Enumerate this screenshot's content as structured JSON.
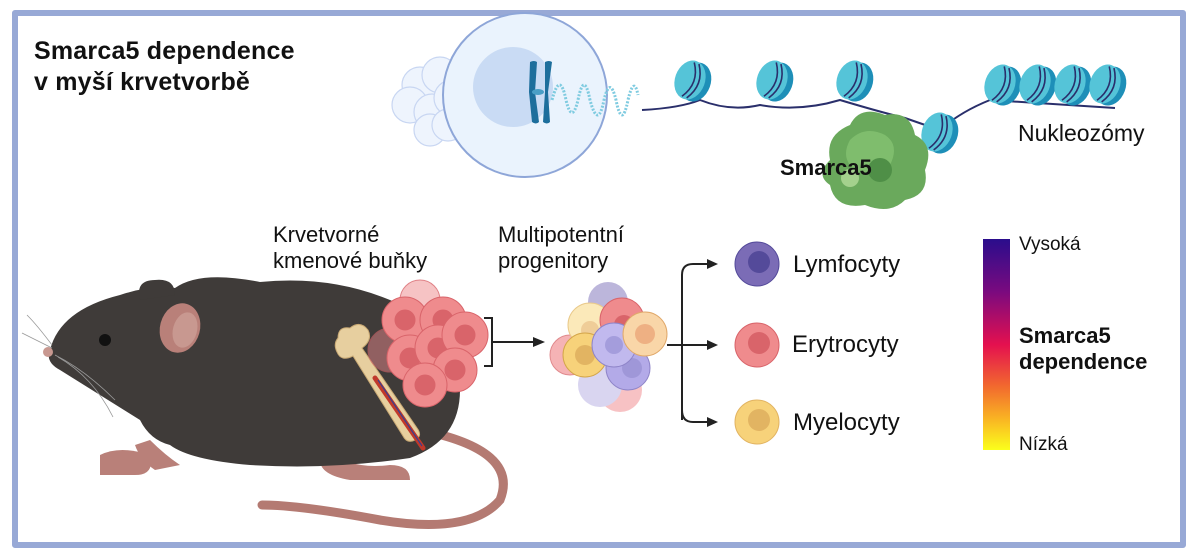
{
  "title": {
    "line1": "Smarca5 dependence",
    "line2": "v myší krvetvorbě"
  },
  "labels": {
    "smarca5": "Smarca5",
    "nucleosomes": "Nukleozómy",
    "hsc_line1": "Krvetvorné",
    "hsc_line2": "kmenové buňky",
    "mpp_line1": "Multipotentní",
    "mpp_line2": "progenitory"
  },
  "outputs": [
    {
      "label": "Lymfocyty",
      "color": "#7b6cb6",
      "nucleus": "#544a9a"
    },
    {
      "label": "Erytrocyty",
      "color": "#ef8b8d",
      "nucleus": "#d9646a"
    },
    {
      "label": "Myelocyty",
      "color": "#f7d27a",
      "nucleus": "#e2b462"
    }
  ],
  "legend": {
    "high": "Vysoká",
    "low": "Nízká",
    "title_line1": "Smarca5",
    "title_line2": "dependence",
    "gradient": [
      "#2a0d8c",
      "#7a0a7f",
      "#e4104f",
      "#f26a2e",
      "#f9b323",
      "#fbff1c"
    ]
  },
  "colors": {
    "frame": "#98a9d6",
    "nucleosome": "#4fc2d6",
    "nucleosome_dark": "#1e8fb8",
    "dna": "#2a2f6b",
    "mouse_body": "#3f3b39",
    "mouse_skin": "#b98079",
    "protein": "#6fae62"
  }
}
